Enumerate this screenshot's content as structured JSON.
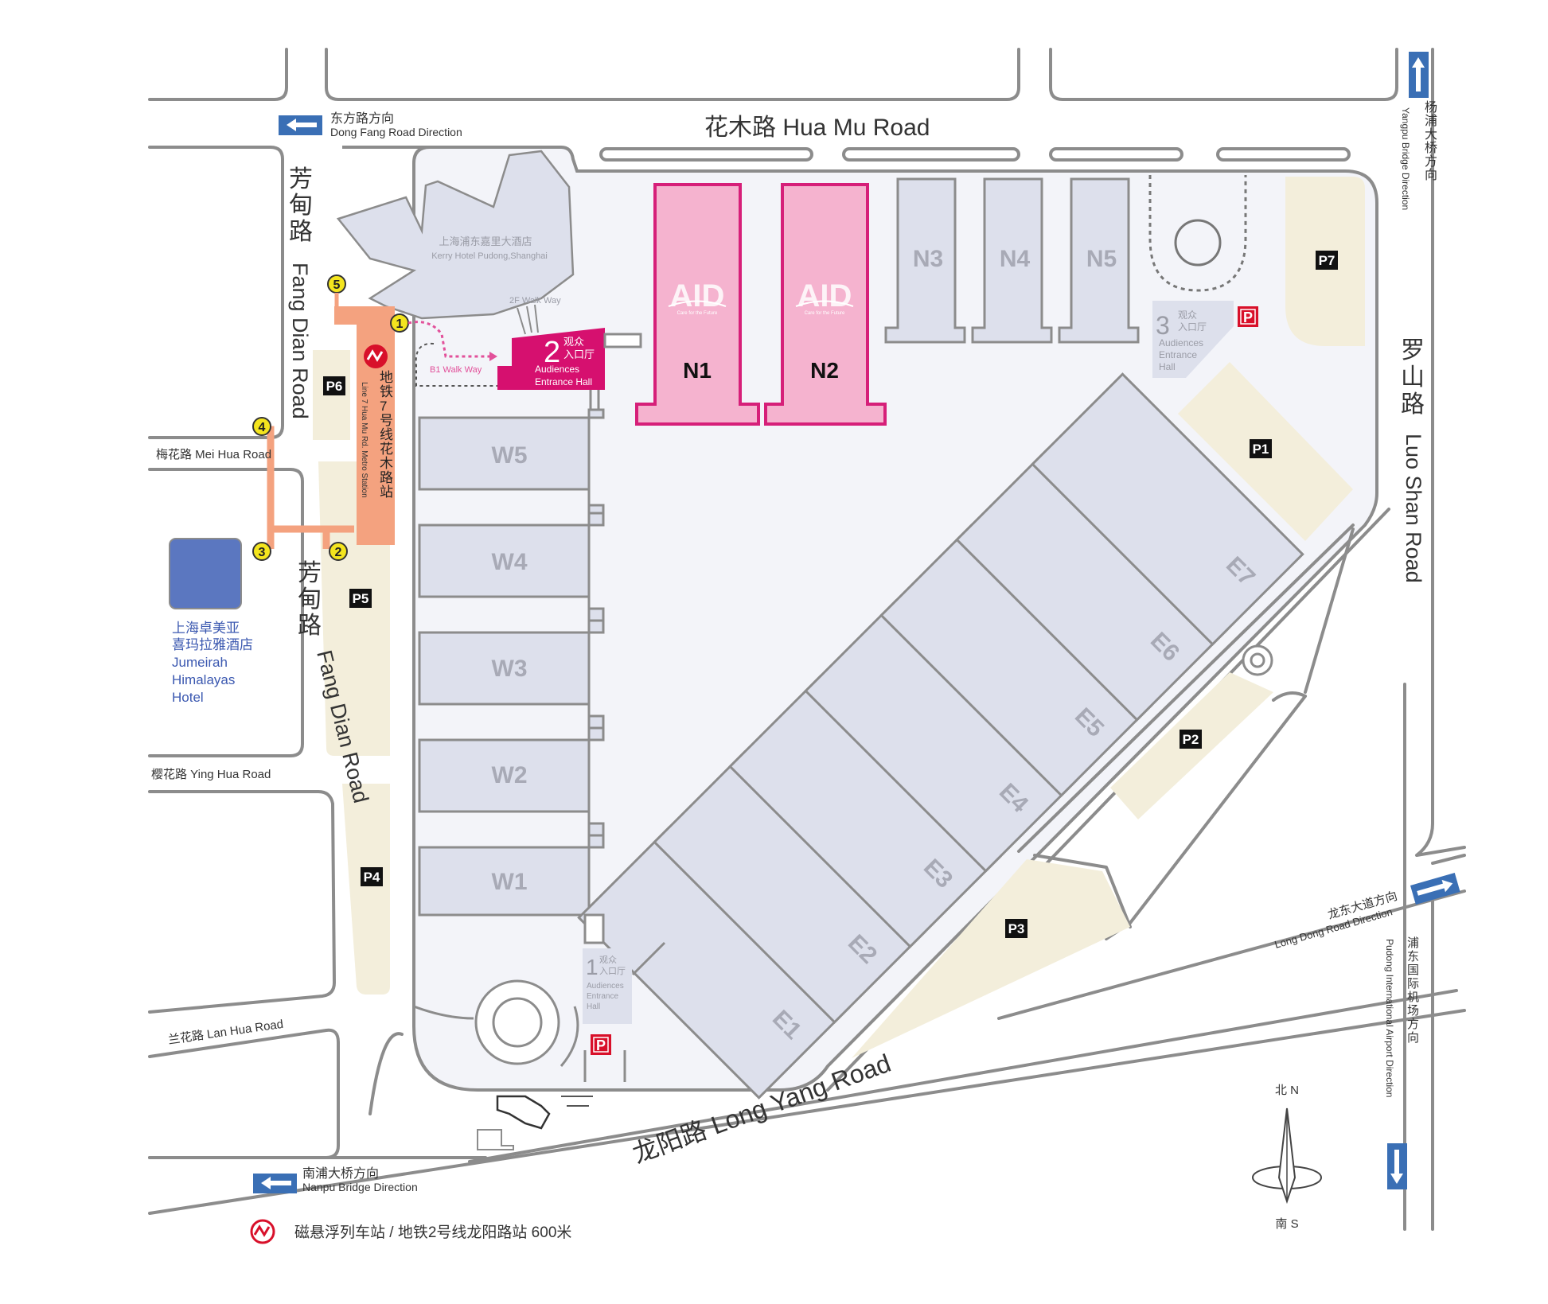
{
  "roads": {
    "hua_mu_road": "花木路 Hua Mu Road",
    "fang_dian_road_cn": "芳甸路",
    "fang_dian_road_en": "Fang Dian Road",
    "luo_shan_road_cn": "罗山路",
    "luo_shan_road_en": "Luo Shan Road",
    "long_yang_road": "龙阳路 Long Yang Road",
    "mei_hua_road": "梅花路 Mei Hua Road",
    "ying_hua_road": "樱花路 Ying Hua Road",
    "lan_hua_road": "兰花路 Lan Hua Road"
  },
  "directions": {
    "dong_fang_cn": "东方路方向",
    "dong_fang_en": "Dong Fang Road Direction",
    "nanpu_cn": "南浦大桥方向",
    "nanpu_en": "Nanpu Bridge Direction",
    "yangpu_cn": "杨浦大桥方向",
    "yangpu_en": "Yangpu Bridge Direction",
    "long_dong_cn": "龙东大道方向",
    "long_dong_en": "Long Dong Road Direction",
    "airport_cn": "浦东国际机场方向",
    "airport_en": "Pudong International Airport Direction"
  },
  "hotels": {
    "kerry_cn": "上海浦东嘉里大酒店",
    "kerry_en": "Kerry Hotel Pudong,Shanghai",
    "jumeirah_cn1": "上海卓美亚",
    "jumeirah_cn2": "喜玛拉雅酒店",
    "jumeirah_en1": "Jumeirah",
    "jumeirah_en2": "Himalayas",
    "jumeirah_en3": "Hotel"
  },
  "metro": {
    "station_cn": "地铁7号线花木路站",
    "station_en": "Line 7 Hua Mu Rd. Metro Station",
    "bottom_note": "磁悬浮列车站 / 地铁2号线龙阳路站 600米",
    "exits": [
      "1",
      "2",
      "3",
      "4",
      "5"
    ]
  },
  "walkways": {
    "b1": "B1 Walk Way",
    "f2": "2F Walk Way"
  },
  "entrances": {
    "e1": {
      "num": "1",
      "cn1": "观众",
      "cn2": "入口厅",
      "en1": "Audiences",
      "en2": "Entrance",
      "en3": "Hall"
    },
    "e2": {
      "num": "2",
      "cn1": "观众",
      "cn2": "入口厅",
      "en1": "Audiences",
      "en2": "Entrance Hall"
    },
    "e3": {
      "num": "3",
      "cn1": "观众",
      "cn2": "入口厅",
      "en1": "Audiences",
      "en2": "Entrance",
      "en3": "Hall"
    }
  },
  "halls": {
    "north": [
      "N1",
      "N2",
      "N3",
      "N4",
      "N5"
    ],
    "west": [
      "W5",
      "W4",
      "W3",
      "W2",
      "W1"
    ],
    "east": [
      "E1",
      "E2",
      "E3",
      "E4",
      "E5",
      "E6",
      "E7"
    ],
    "highlight_logo": "AID",
    "highlight_tagline": "Care for the Future"
  },
  "parking": {
    "lots": [
      "P1",
      "P2",
      "P3",
      "P4",
      "P5",
      "P6",
      "P7"
    ],
    "symbol": "P"
  },
  "compass": {
    "north": "北 N",
    "south": "南 S"
  },
  "colors": {
    "hall": "#dde0ec",
    "highlight_hall": "#f5b3cf",
    "highlight_border": "#d61f79",
    "entrance_magenta": "#d6106f",
    "metro_orange": "#f4a27f",
    "parking_lot": "#f3eedb",
    "direction_blue": "#3a6fb5",
    "parking_red": "#d8102a",
    "hotel_blue": "#5b77c0"
  }
}
